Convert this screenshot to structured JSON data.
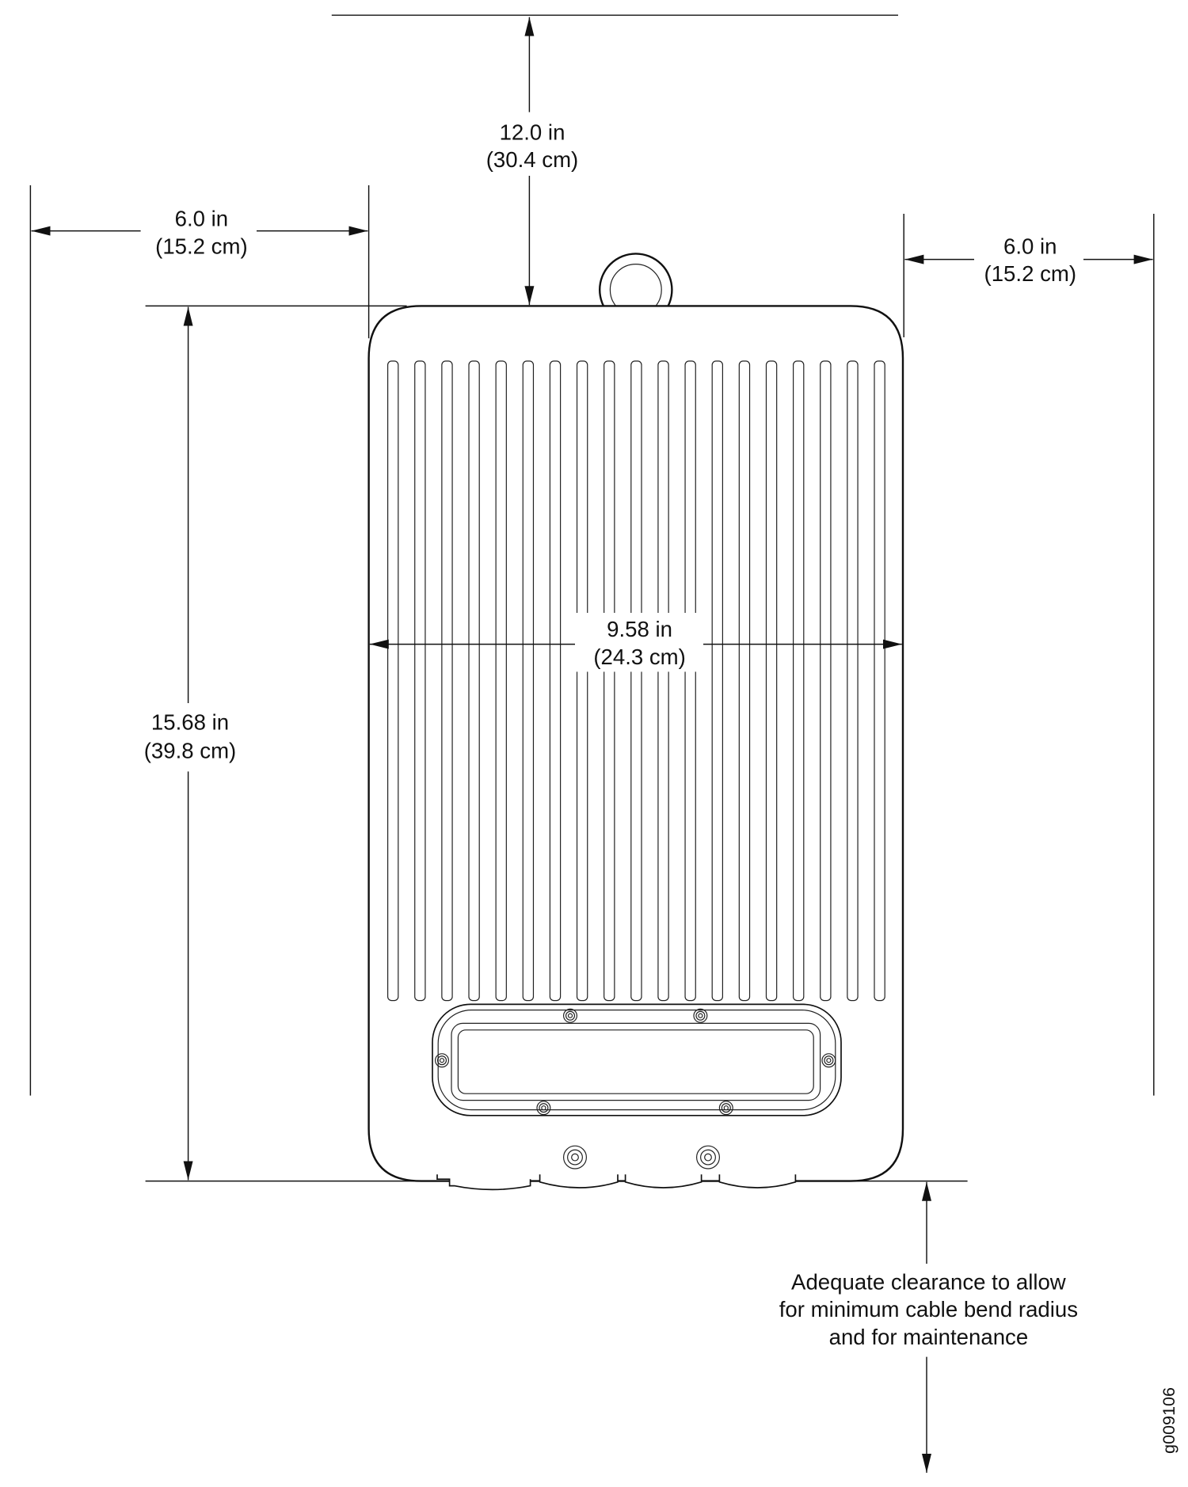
{
  "dimensions": {
    "top_clearance": {
      "imperial": "12.0 in",
      "metric": "(30.4 cm)"
    },
    "left_clearance": {
      "imperial": "6.0 in",
      "metric": "(15.2 cm)"
    },
    "right_clearance": {
      "imperial": "6.0 in",
      "metric": "(15.2 cm)"
    },
    "height": {
      "imperial": "15.68 in",
      "metric": "(39.8 cm)"
    },
    "width": {
      "imperial": "9.58 in",
      "metric": "(24.3 cm)"
    }
  },
  "bottom_note": {
    "lines": [
      "Adequate clearance to allow",
      "for minimum cable bend radius",
      "and for maintenance"
    ]
  },
  "figure_id": "g009106",
  "device": {
    "fin_count": 19,
    "connector_count": 4
  }
}
